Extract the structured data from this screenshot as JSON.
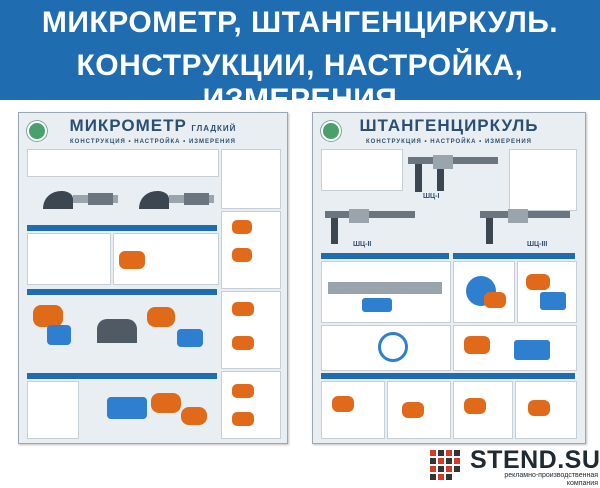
{
  "banner": {
    "line1": "МИКРОМЕТР, ШТАНГЕНЦИРКУЛЬ.",
    "line2": "КОНСТРУКЦИИ, НАСТРОЙКА, ИЗМЕРЕНИЯ",
    "background": "#1f6cb0"
  },
  "poster_left": {
    "title": "МИКРОМЕТР",
    "title_suffix": "ГЛАДКИЙ",
    "subtitle": "КОНСТРУКЦИЯ • НАСТРОЙКА • ИЗМЕРЕНИЯ"
  },
  "poster_right": {
    "title": "ШТАНГЕНЦИРКУЛЬ",
    "subtitle": "КОНСТРУКЦИЯ • НАСТРОЙКА • ИЗМЕРЕНИЯ",
    "label_1": "ШЦ-I",
    "label_2": "ШЦ-II",
    "label_3": "ШЦ-III"
  },
  "watermark": {
    "brand": "STEND.SU",
    "tagline": "рекламно-производственная компания"
  },
  "colors": {
    "accent": "#1f6cb0",
    "orange": "#e06a1a",
    "poster_bg": "#e9eef2"
  }
}
